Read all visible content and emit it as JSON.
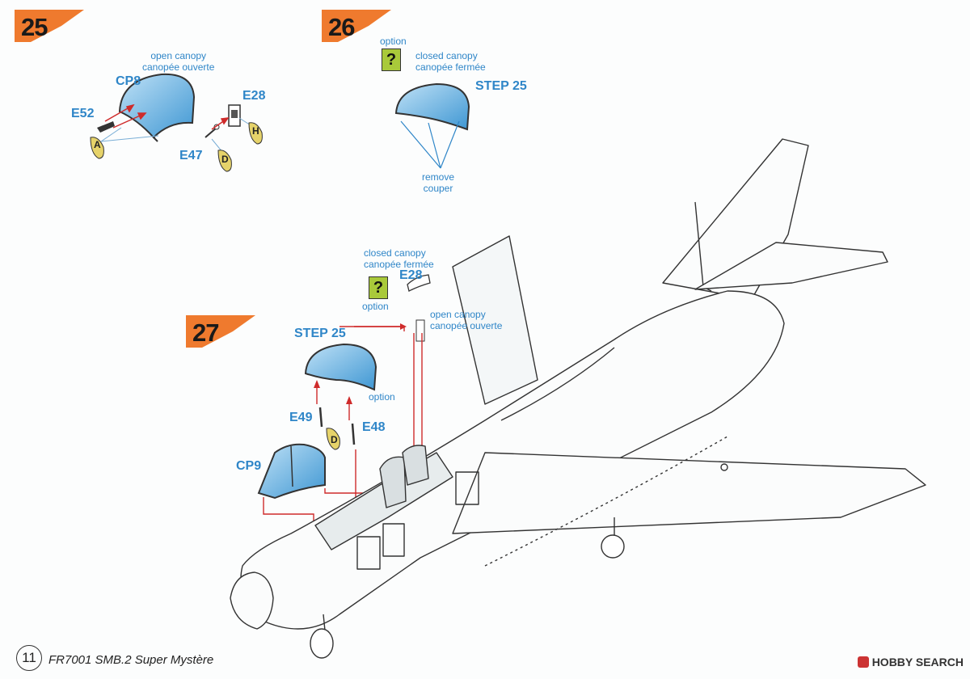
{
  "steps": [
    {
      "number": "25"
    },
    {
      "number": "26"
    },
    {
      "number": "27"
    }
  ],
  "step25": {
    "canopy_label_line1": "open canopy",
    "canopy_label_line2": "canopée ouverte",
    "part_cp8": "CP8",
    "part_e28": "E28",
    "part_e52": "E52",
    "part_e47": "E47",
    "color_a": "A",
    "color_d": "D",
    "color_h": "H"
  },
  "step26": {
    "option_label": "option",
    "option_icon": "?",
    "canopy_label_line1": "closed canopy",
    "canopy_label_line2": "canopée fermée",
    "step_ref": "STEP 25",
    "remove_line1": "remove",
    "remove_line2": "couper"
  },
  "step27": {
    "closed_label_line1": "closed canopy",
    "closed_label_line2": "canopée fermée",
    "option_icon": "?",
    "option_label_top": "option",
    "part_e28": "E28",
    "open_label_line1": "open canopy",
    "open_label_line2": "canopée ouverte",
    "step_ref": "STEP 25",
    "option_label_mid": "option",
    "part_e49": "E49",
    "part_e48": "E48",
    "color_d": "D",
    "part_cp9": "CP9"
  },
  "footer": {
    "page_number": "11",
    "title": "FR7001 SMB.2 Super Mystère",
    "watermark": "HOBBY SEARCH"
  },
  "colors": {
    "accent_blue": "#2f86c8",
    "flag_orange": "#ef7a2e",
    "option_green": "#a9c93a",
    "paint_yellow": "#e6d36a",
    "arrow_red": "#cf2b2b"
  }
}
